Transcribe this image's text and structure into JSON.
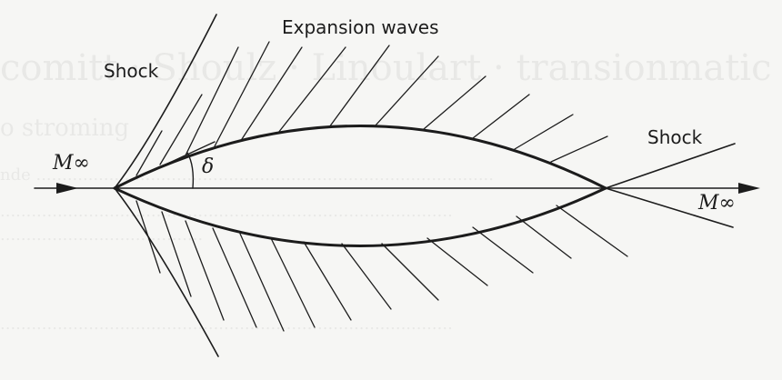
{
  "labels": {
    "expansion_waves": "Expansion waves",
    "shock_upper_left": "Shock",
    "shock_right": "Shock",
    "angle": "δ",
    "mach_left": "M∞",
    "mach_right": "M∞"
  },
  "colors": {
    "ink": "#1c1c1c",
    "paper": "#f6f6f4"
  }
}
